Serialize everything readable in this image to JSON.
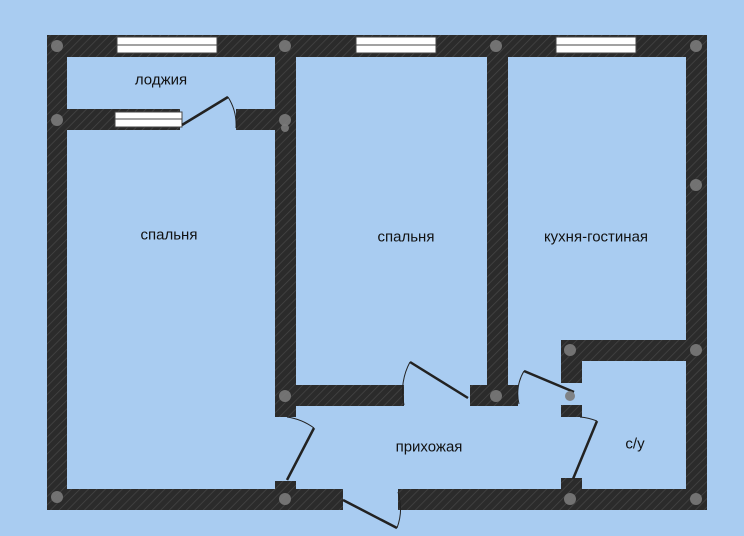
{
  "colors": {
    "background": "#a9ccf1",
    "wall": "#2b2b2b",
    "floor": "#ffffff",
    "column_marker": "#7a7a7a",
    "window_frame": "#444444"
  },
  "rooms": {
    "loggia": {
      "label": "лоджия"
    },
    "bedroom_left": {
      "label": "спальня"
    },
    "bedroom_middle": {
      "label": "спальня"
    },
    "kitchen_living": {
      "label": "кухня-гостиная"
    },
    "hallway": {
      "label": "прихожая"
    },
    "bathroom": {
      "label": "с/у"
    }
  }
}
